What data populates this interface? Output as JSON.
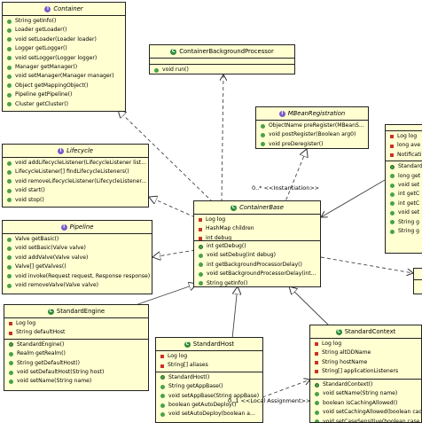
{
  "boxes": {
    "container": {
      "title": "Container",
      "members": [
        "String getInfo()",
        "Loader getLoader()",
        "void setLoader(Loader loader)",
        "Logger getLogger()",
        "void setLogger(Logger logger)",
        "Manager getManager()",
        "void setManager(Manager manager)",
        "Object getMappingObject()",
        "Pipeline getPipeline()",
        "Cluster getCluster()"
      ]
    },
    "cbp": {
      "title": "ContainerBackgroundProcessor",
      "members": [
        "void run()"
      ]
    },
    "mbean": {
      "title": "MBeanRegistration",
      "members": [
        "ObjectName preRegister(MBeanS...",
        "void postRegister(Boolean arg0)",
        "void preDeregister()"
      ]
    },
    "lifecycle": {
      "title": "Lifecycle",
      "members": [
        "void addLifecycleListener(LifecycleListener list...",
        "LifecycleListener[] findLifecycleListeners()",
        "void removeLifecycleListener(LifecycleListener...",
        "void start()",
        "void stop()"
      ]
    },
    "containerbase": {
      "title": "ContainerBase",
      "fields": [
        "Log log",
        "HashMap children",
        "int debug"
      ],
      "methods": [
        "int getDebug()",
        "void setDebug(int debug)",
        "int getBackgroundProcessorDelay()",
        "void setBackgroundProcessorDelay(int...",
        "String getInfo()"
      ]
    },
    "pipeline": {
      "title": "Pipeline",
      "members": [
        "Valve getBasic()",
        "void setBasic(Valve valve)",
        "void addValve(Valve valve)",
        "Valve[] getValves()",
        "void invoke(Request request, Response response)",
        "void removeValve(Valve valve)"
      ]
    },
    "engine": {
      "title": "StandardEngine",
      "fields": [
        "Log log",
        "String defaultHost"
      ],
      "methods": [
        "StandardEngine()",
        "Realm getRealm()",
        "String getDefaultHost()",
        "void setDefaultHost(String host)",
        "void setName(String name)"
      ]
    },
    "host": {
      "title": "StandardHost",
      "fields": [
        "Log log",
        "String[] aliases"
      ],
      "methods": [
        "StandardHost()",
        "String getAppBase()",
        "void setAppBase(String appBase)",
        "boolean getAutoDeploy()",
        "void setAutoDeploy(boolean a..."
      ]
    },
    "context": {
      "title": "StandardContext",
      "fields": [
        "Log log",
        "String altDDName",
        "String hostName",
        "String[] applicationListeners"
      ],
      "methods": [
        "StandardContext()",
        "void setName(String name)",
        "boolean isCachingAllowed()",
        "void setCachingAllowed(boolean cach...",
        "void setCaseSensitive(boolean case..."
      ]
    },
    "right": {
      "fields": [
        "Log log",
        "long ave",
        "Notificati"
      ],
      "methods": [
        "Standard",
        "long get",
        "void set",
        "int getC",
        "int getC",
        "void set",
        "String g",
        "String g"
      ]
    }
  },
  "labels": {
    "instantiation": "0..* <<Instantiation>>",
    "local_assignment": "0..1 <<Local Assignment>>"
  }
}
